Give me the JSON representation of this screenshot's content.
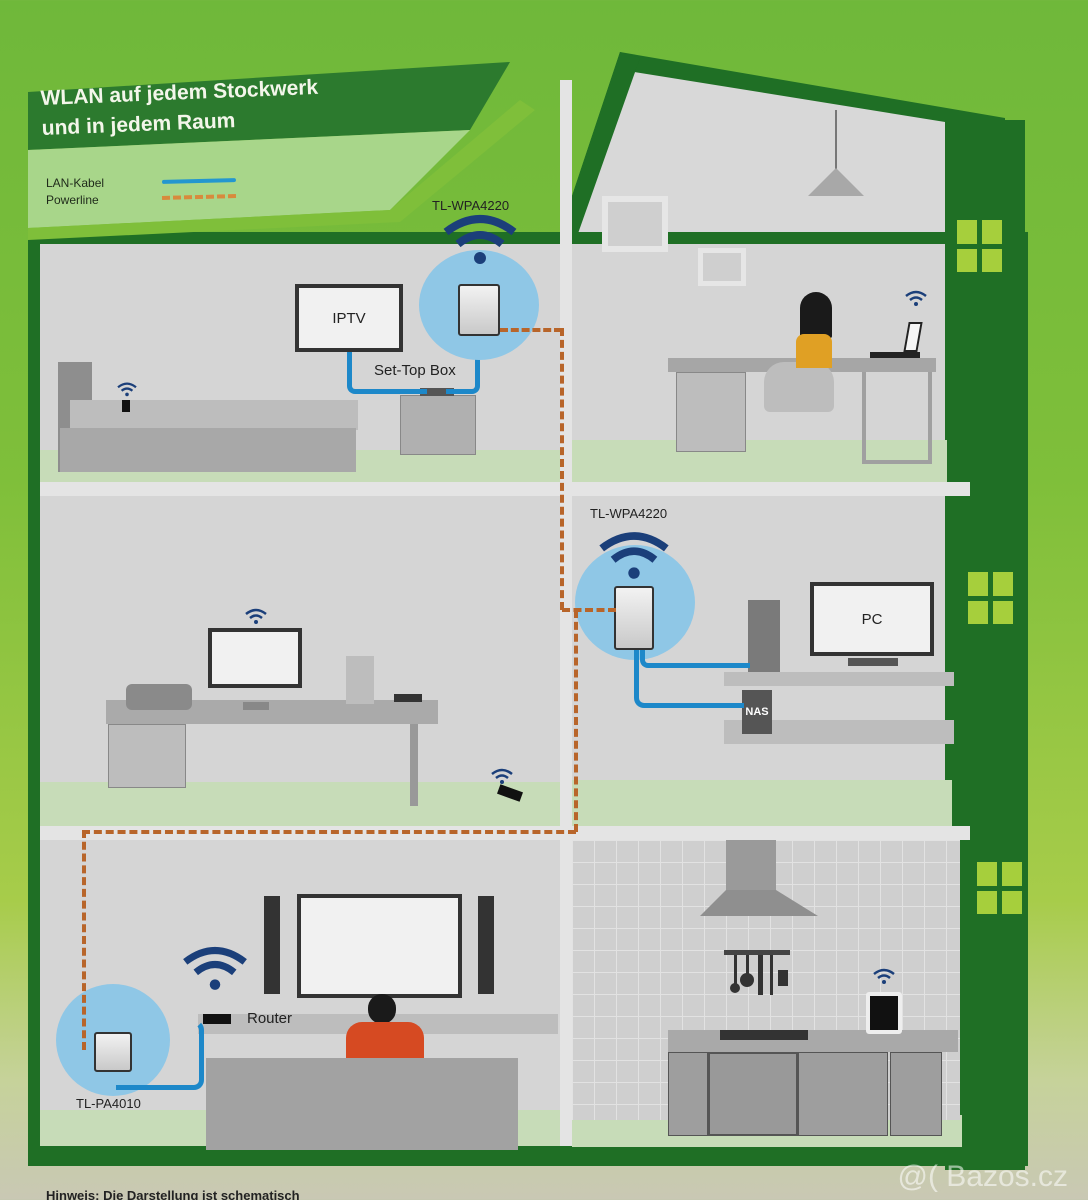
{
  "banner": {
    "title_line1": "WLAN auf jedem Stockwerk",
    "title_line2": "und in jedem Raum",
    "legend": [
      {
        "label": "LAN-Kabel",
        "style": "solid",
        "color": "#2497cf"
      },
      {
        "label": "Powerline",
        "style": "dashed",
        "color": "#d88a3c"
      }
    ]
  },
  "colors": {
    "background_green": "#7fbf3a",
    "house_dark_green": "#1f6f25",
    "window_light_green": "#a6cf3c",
    "wall_gray": "#d5d5d5",
    "floor_green": "#c7dcb8",
    "coverage_blue": "#8fc7e6",
    "wifi_blue": "#1b3f7a",
    "lan_cable_blue": "#1d88c9",
    "powerline_orange": "#b8652a"
  },
  "rooms": {
    "bedroom": {
      "device_label": "TL-WPA4220",
      "tv_label": "IPTV",
      "settop_label": "Set-Top Box"
    },
    "office_upstairs": {},
    "study": {},
    "pc_room": {
      "device_label": "TL-WPA4220",
      "pc_label": "PC",
      "nas_label": "NAS"
    },
    "living_room": {
      "device_label": "TL-PA4010",
      "router_label": "Router"
    },
    "kitchen": {}
  },
  "footer": {
    "note": "Hinweis: Die Darstellung ist schematisch"
  },
  "watermark": "@( Bazos.cz"
}
